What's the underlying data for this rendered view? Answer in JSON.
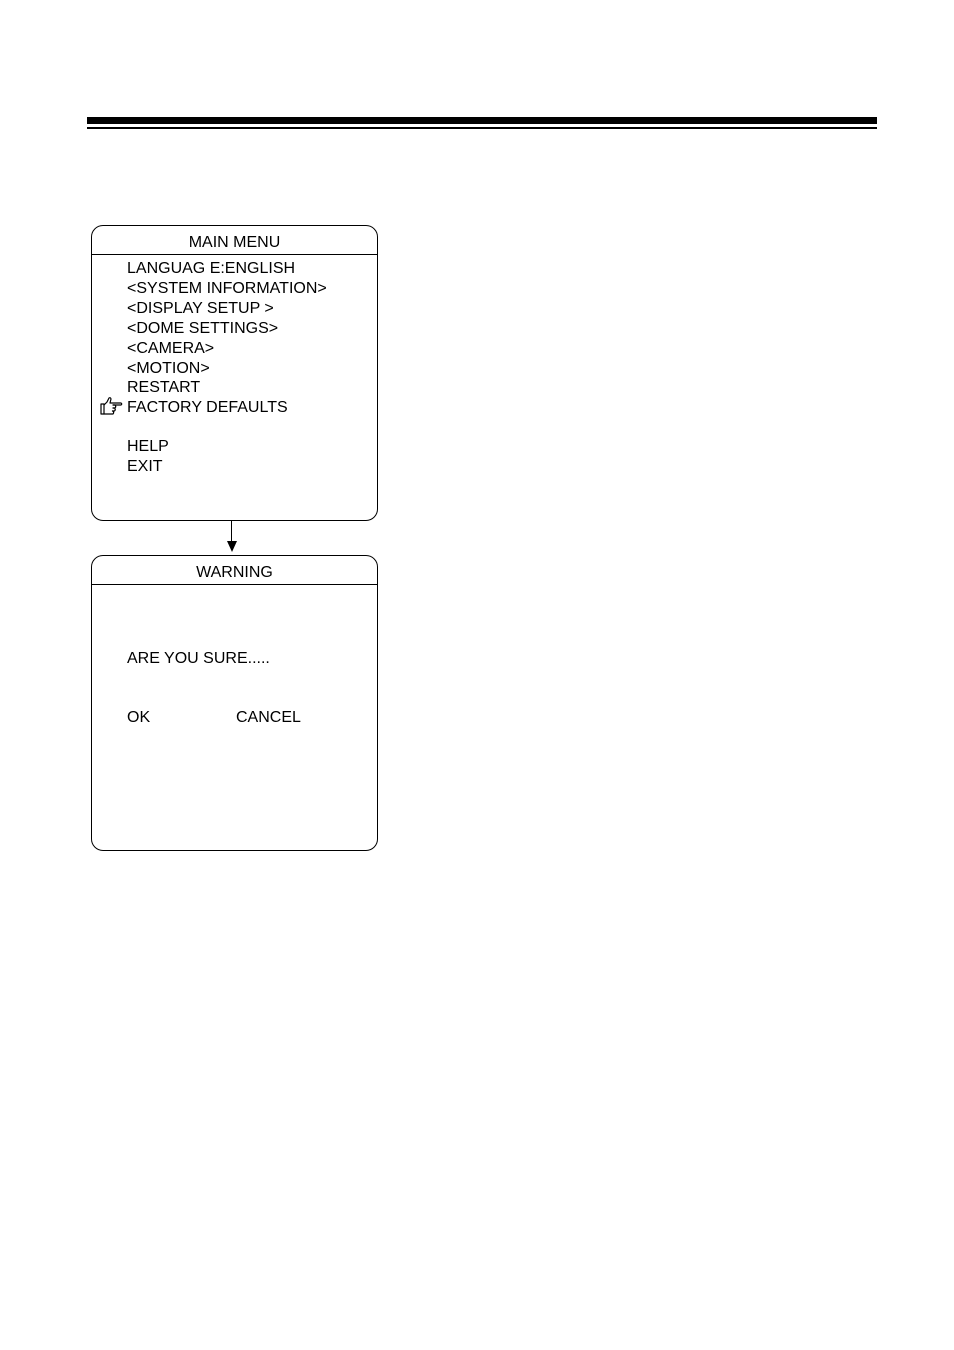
{
  "main_menu": {
    "title": "MAIN MENU",
    "items": [
      "LANGUAG E:ENGLISH",
      "<SYSTEM INFORMATION>",
      "<DISPLAY SETUP >",
      "<DOME SETTINGS>",
      "<CAMERA>",
      "<MOTION>",
      "RESTART",
      "FACTORY DEFAULTS",
      "HELP",
      "EXIT"
    ],
    "selected_item": "FACTORY DEFAULTS",
    "cursor_icon": "pointing-hand-icon"
  },
  "warning": {
    "title": "WARNING",
    "message": "ARE YOU SURE.....",
    "ok_label": "OK",
    "cancel_label": "CANCEL"
  }
}
